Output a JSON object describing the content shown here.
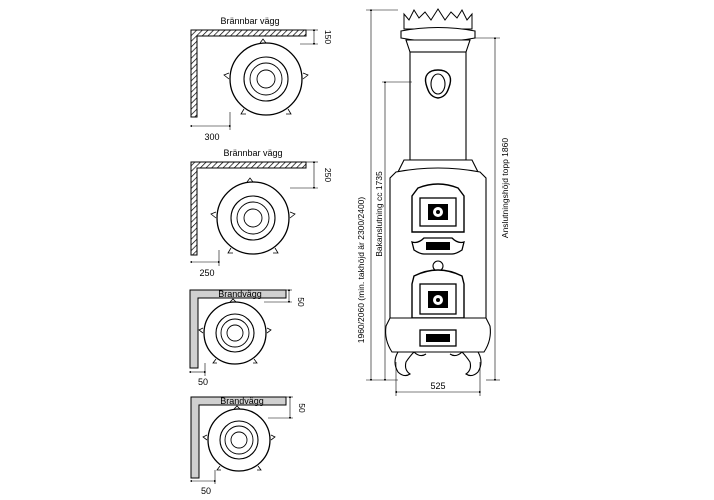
{
  "diagrams": [
    {
      "label": "Brännbar vägg",
      "wall_type": "hatched",
      "dim_side": "150",
      "dim_bottom": "300"
    },
    {
      "label": "Brännbar vägg",
      "wall_type": "hatched",
      "dim_side": "250",
      "dim_bottom": "250"
    },
    {
      "label": "Brandvägg",
      "wall_type": "grey",
      "dim_side": "50",
      "dim_bottom": "50"
    },
    {
      "label": "Brandvägg",
      "wall_type": "grey",
      "dim_side": "50",
      "dim_bottom": "50"
    }
  ],
  "elevation": {
    "total_height": "1960/2060 (min. takhöjd är 2300/2400)",
    "rear_outlet": "Bakanslutning cc 1735",
    "top_outlet": "Anslutningshöjd topp 1860",
    "width": "525"
  },
  "colors": {
    "line": "#000000",
    "fireproof_wall": "#d0d0d0",
    "hatch": "#000000"
  }
}
